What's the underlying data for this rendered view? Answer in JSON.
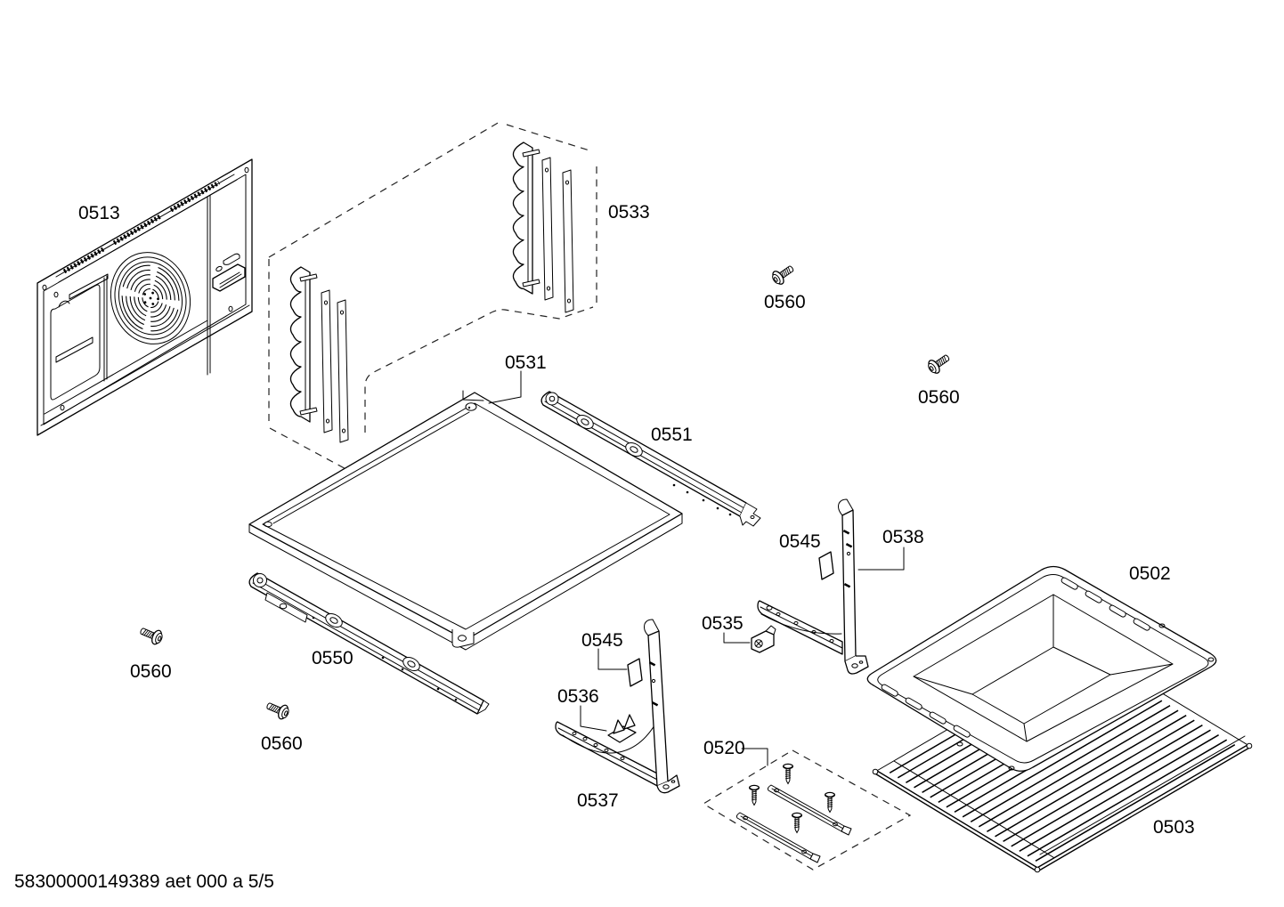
{
  "colors": {
    "ink": "#000000",
    "paper": "#ffffff"
  },
  "callouts": [
    "0513",
    "0533",
    "0560",
    "0531",
    "0551",
    "0560",
    "0545",
    "0538",
    "0502",
    "0560",
    "0550",
    "0545",
    "0535",
    "0536",
    "0560",
    "0520",
    "0537",
    "0503"
  ],
  "footer": "58300000149389 aet 000 a 5/5"
}
